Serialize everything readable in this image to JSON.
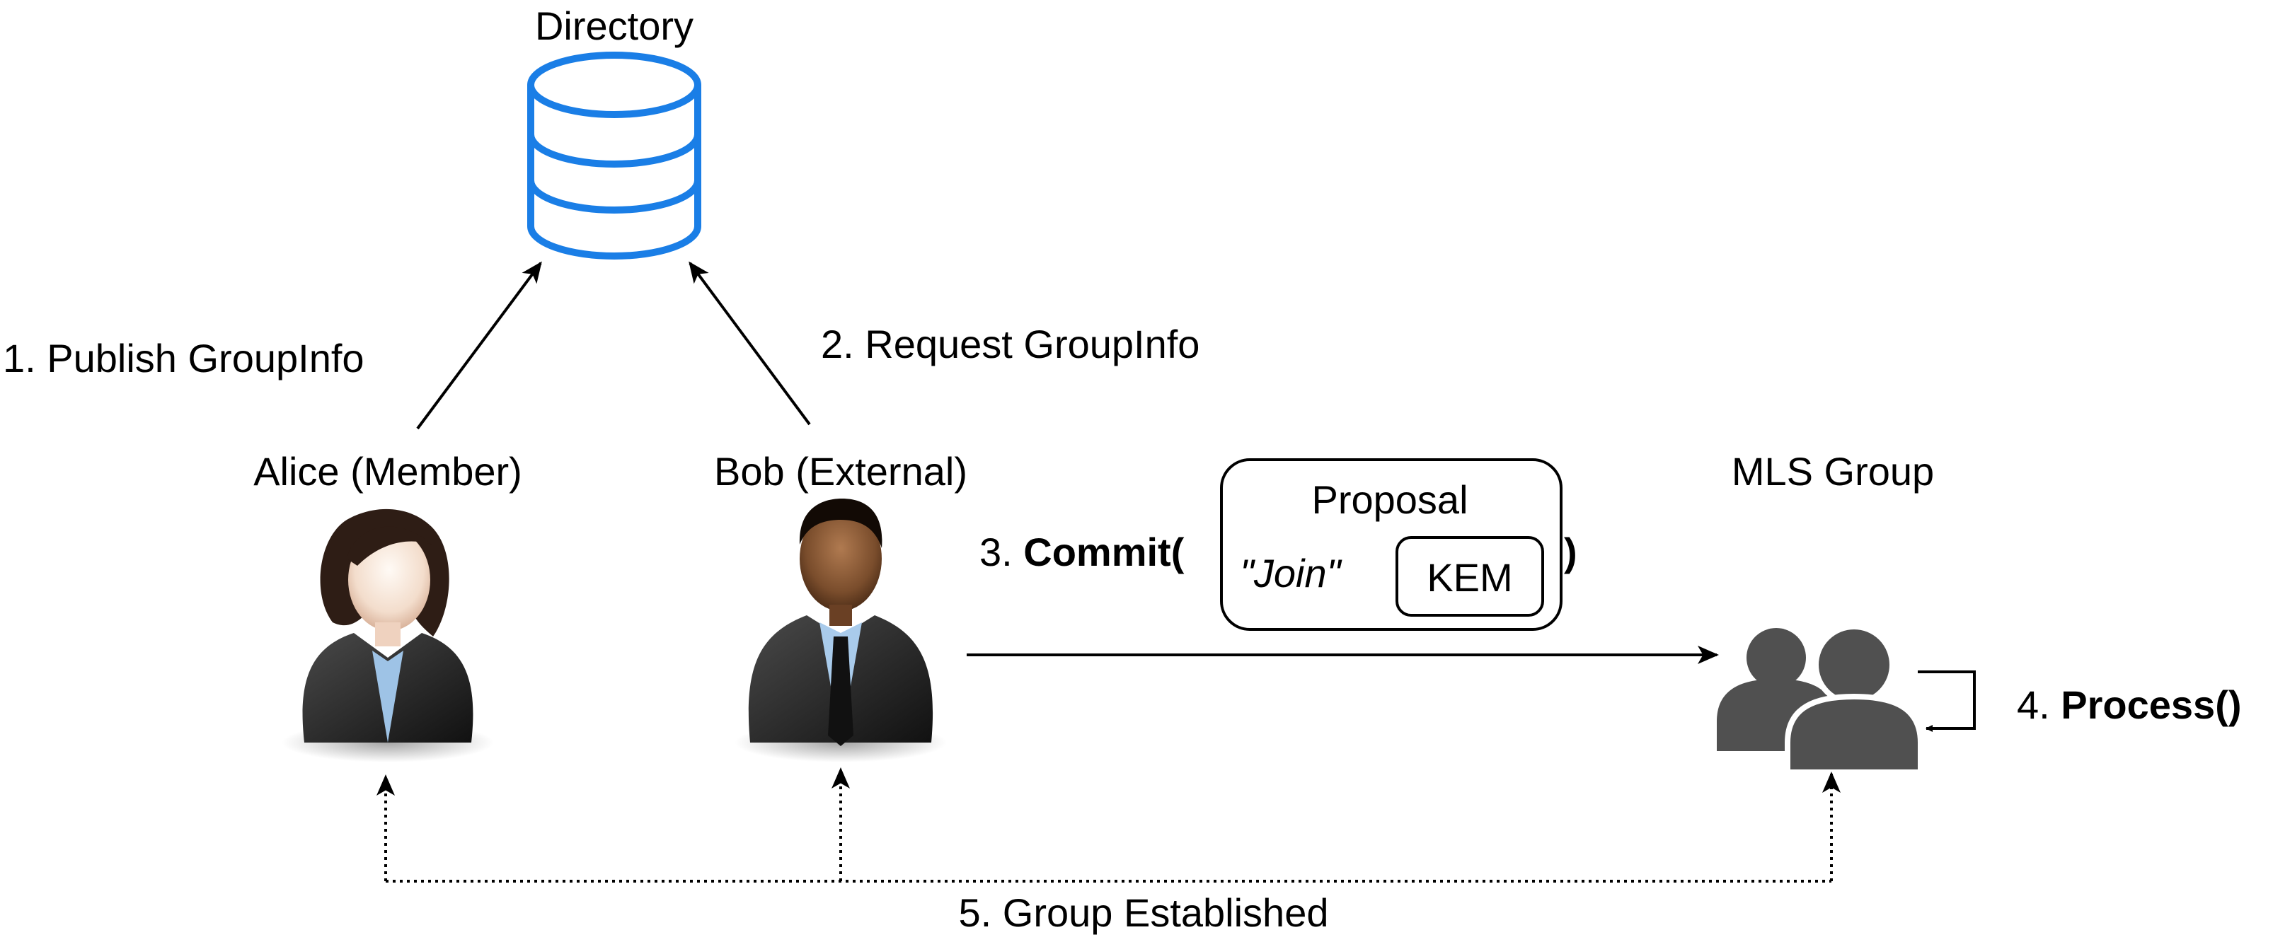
{
  "directory": {
    "label": "Directory",
    "icon": "database-icon",
    "color": "#1a7ee6"
  },
  "actors": {
    "alice": {
      "label": "Alice (Member)",
      "icon": "woman-avatar-icon"
    },
    "bob": {
      "label": "Bob (External)",
      "icon": "man-avatar-icon"
    },
    "group": {
      "label": "MLS Group",
      "icon": "group-users-icon",
      "color": "#505050"
    }
  },
  "steps": {
    "publish": "1. Publish GroupInfo",
    "request": "2. Request GroupInfo",
    "commit": {
      "prefix": "3. ",
      "name": "Commit(",
      "close": ")"
    },
    "proposal": {
      "title": "Proposal",
      "join": "\"Join\"",
      "kem": "KEM"
    },
    "process": {
      "prefix": "4. ",
      "name": "Process()"
    },
    "established": "5. Group Established"
  }
}
